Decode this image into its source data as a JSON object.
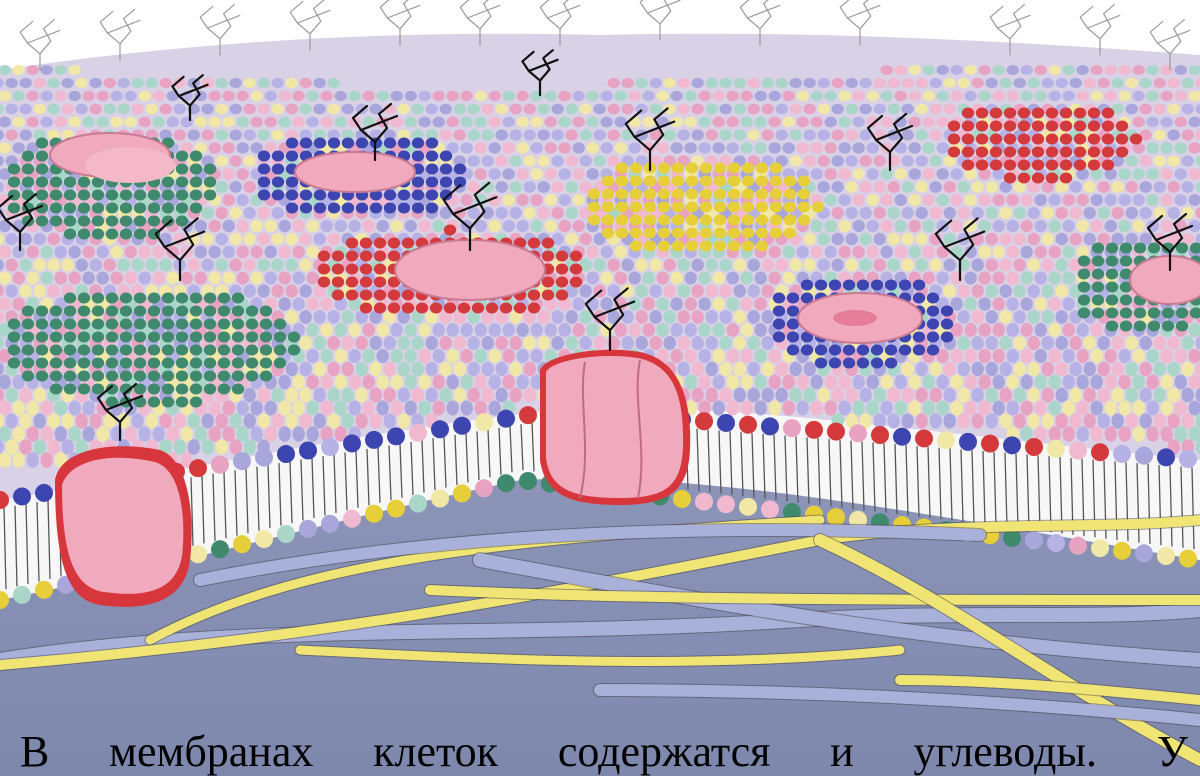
{
  "caption": {
    "words": [
      "В",
      "мембранах",
      "клеток",
      "содержатся",
      "и",
      "углеводы.",
      "У"
    ]
  },
  "colors": {
    "lipid_heads": [
      "#e8a3c3",
      "#a9a6dc",
      "#a9d6c8",
      "#f1e7a6",
      "#b7b2e6",
      "#f0b9cf"
    ],
    "raft_green": "#3f8a6c",
    "raft_blue": "#3d46b0",
    "raft_red": "#d43a3c",
    "raft_yellow": "#e7cf3a",
    "protein_pink": "#f0a9bd",
    "protein_red": "#d7373c",
    "cytoplasm": "#8690b4",
    "actin": "#f0e475",
    "fiber_blue": "#a9b0d9",
    "glycan": "#111111"
  }
}
